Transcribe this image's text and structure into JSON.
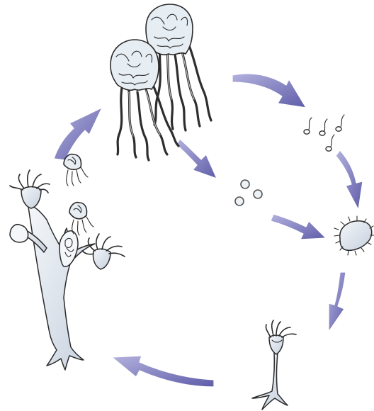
{
  "colors": {
    "arrow_fill": "#8e8cc9",
    "arrow_shade": "#5f5da8",
    "body_fill": "#dde4ee",
    "bell_fill": "#e6edf3",
    "ink": "#2b2b2b",
    "background": "#ffffff"
  },
  "diagram": {
    "subject": "",
    "stages": [
      {
        "id": "medusae"
      },
      {
        "id": "sperm"
      },
      {
        "id": "eggs"
      },
      {
        "id": "planula"
      },
      {
        "id": "young-polyp"
      },
      {
        "id": "polyp-colony"
      },
      {
        "id": "budding-medusae"
      }
    ]
  }
}
